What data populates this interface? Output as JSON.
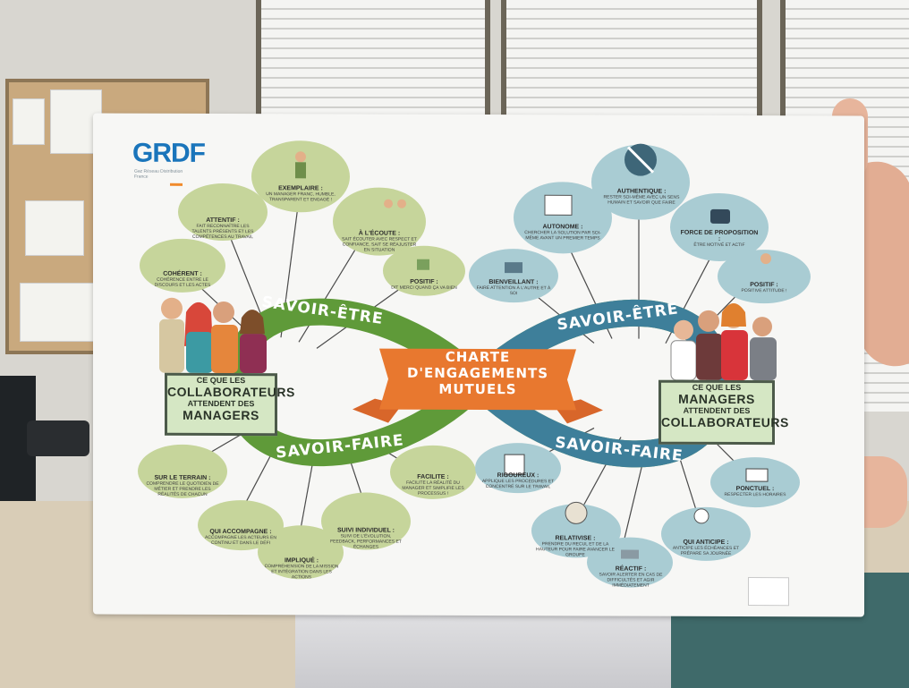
{
  "poster": {
    "logo": "GRDF",
    "logo_sub": "Gaz Réseau Distribution France",
    "title_line1": "CHARTE",
    "title_line2": "D'ENGAGEMENTS",
    "title_line3": "MUTUELS",
    "left_savoir_etre": "SAVOIR-ÊTRE",
    "left_savoir_faire": "SAVOIR-FAIRE",
    "right_savoir_etre": "SAVOIR-ÊTRE",
    "right_savoir_faire": "SAVOIR-FAIRE",
    "left_board": {
      "line1": "CE QUE LES",
      "line2": "COLLABORATEURS",
      "line3": "ATTENDENT DES",
      "line4": "MANAGERS"
    },
    "right_board": {
      "line1": "CE QUE LES",
      "line2": "MANAGERS",
      "line3": "ATTENDENT DES",
      "line4": "COLLABORATEURS"
    },
    "left_bubbles": [
      {
        "title": "EXEMPLAIRE :",
        "desc": "UN MANAGER FRANC, HUMBLE, TRANSPARENT ET ENGAGÉ !"
      },
      {
        "title": "ATTENTIF :",
        "desc": "FAIT RECONNAÎTRE LES TALENTS PRÉSENTS ET LES COMPÉTENCES AU TRAVAIL"
      },
      {
        "title": "À L'ÉCOUTE :",
        "desc": "SAIT ÉCOUTER AVEC RESPECT ET CONFIANCE, SAIT SE RÉAJUSTER EN SITUATION"
      },
      {
        "title": "COHÉRENT :",
        "desc": "COHÉRENCE ENTRE LE DISCOURS ET LES ACTES"
      },
      {
        "title": "POSITIF :",
        "desc": "DIT MERCI QUAND ÇA VA BIEN"
      },
      {
        "title": "SUR LE TERRAIN :",
        "desc": "COMPRENDRE LE QUOTIDIEN DE MÉTIER ET PRENDRE LES RÉALITÉS DE CHACUN"
      },
      {
        "title": "FACILITE :",
        "desc": "FACILITE LA RÉALITÉ DU MANAGER ET SIMPLIFIE LES PROCESSUS !"
      },
      {
        "title": "QUI ACCOMPAGNE :",
        "desc": "ACCOMPAGNE LES ACTEURS EN CONTINU ET DANS LE DÉFI"
      },
      {
        "title": "SUIVI INDIVIDUEL :",
        "desc": "SUIVI DE L'ÉVOLUTION, FEEDBACK, PERFORMANCES ET ÉCHANGES"
      },
      {
        "title": "IMPLIQUÉ :",
        "desc": "COMPRÉHENSION DE LA MISSION ET INTÉGRATION DANS LES ACTIONS"
      }
    ],
    "right_bubbles": [
      {
        "title": "AUTHENTIQUE :",
        "desc": "RESTER SOI-MÊME AVEC UN SENS HUMAIN ET SAVOIR QUE FAIRE"
      },
      {
        "title": "AUTONOME :",
        "desc": "CHERCHER LA SOLUTION PAR SOI-MÊME AVANT UN PREMIER TEMPS"
      },
      {
        "title": "FORCE DE PROPOSITION :",
        "desc": "ÊTRE MOTIVÉ ET ACTIF"
      },
      {
        "title": "BIENVEILLANT :",
        "desc": "FAIRE ATTENTION À L'AUTRE ET À SOI"
      },
      {
        "title": "POSITIF :",
        "desc": "POSITIVE ATTITUDE !"
      },
      {
        "title": "RIGOUREUX :",
        "desc": "APPLIQUE LES PROCÉDURES ET CONCENTRÉ SUR LE TRAVAIL"
      },
      {
        "title": "PONCTUEL :",
        "desc": "RESPECTER LES HORAIRES"
      },
      {
        "title": "RELATIVISE :",
        "desc": "PRENDRE DU RECUL ET DE LA HAUTEUR POUR FAIRE AVANCER LE GROUPE"
      },
      {
        "title": "RÉACTIF :",
        "desc": "SAVOIR ALERTER EN CAS DE DIFFICULTÉS ET AGIR IMMÉDIATEMENT"
      },
      {
        "title": "QUI ANTICIPE :",
        "desc": "ANTICIPE LES ÉCHÉANCES ET PRÉPARE SA JOURNÉE"
      }
    ]
  },
  "colors": {
    "green_band": "#5f9a39",
    "blue_band": "#3e7f9a",
    "bubble_left": "#c6d59b",
    "bubble_right": "#a9ccd3",
    "banner_orange": "#e8782f",
    "logo_blue": "#1a75bb"
  }
}
